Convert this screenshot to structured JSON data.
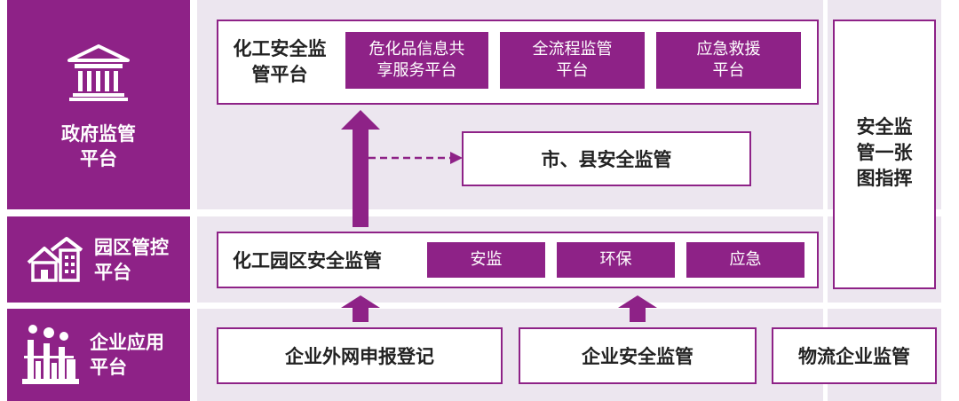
{
  "gov": {
    "side_title": "政府监管平台",
    "icon": "government-building-icon",
    "main_title": "化工安全监管平台",
    "sub_boxes": [
      "危化品信息共享服务平台",
      "全流程监管平台",
      "应急救援平台"
    ],
    "city_county": "市、县安全监管"
  },
  "park": {
    "side_title": "园区管控平台",
    "icon": "houses-icon",
    "main_title": "化工园区安全监管",
    "sub_boxes": [
      "安监",
      "环保",
      "应急"
    ]
  },
  "enterprise": {
    "side_title": "企业应用平台",
    "icon": "factory-icon",
    "boxes": [
      "企业外网申报登记",
      "企业安全监管",
      "物流企业监管"
    ]
  },
  "command": {
    "label": "安全监管一张图指挥"
  },
  "colors": {
    "accent": "#8e2287",
    "band": "#ece6ef"
  }
}
